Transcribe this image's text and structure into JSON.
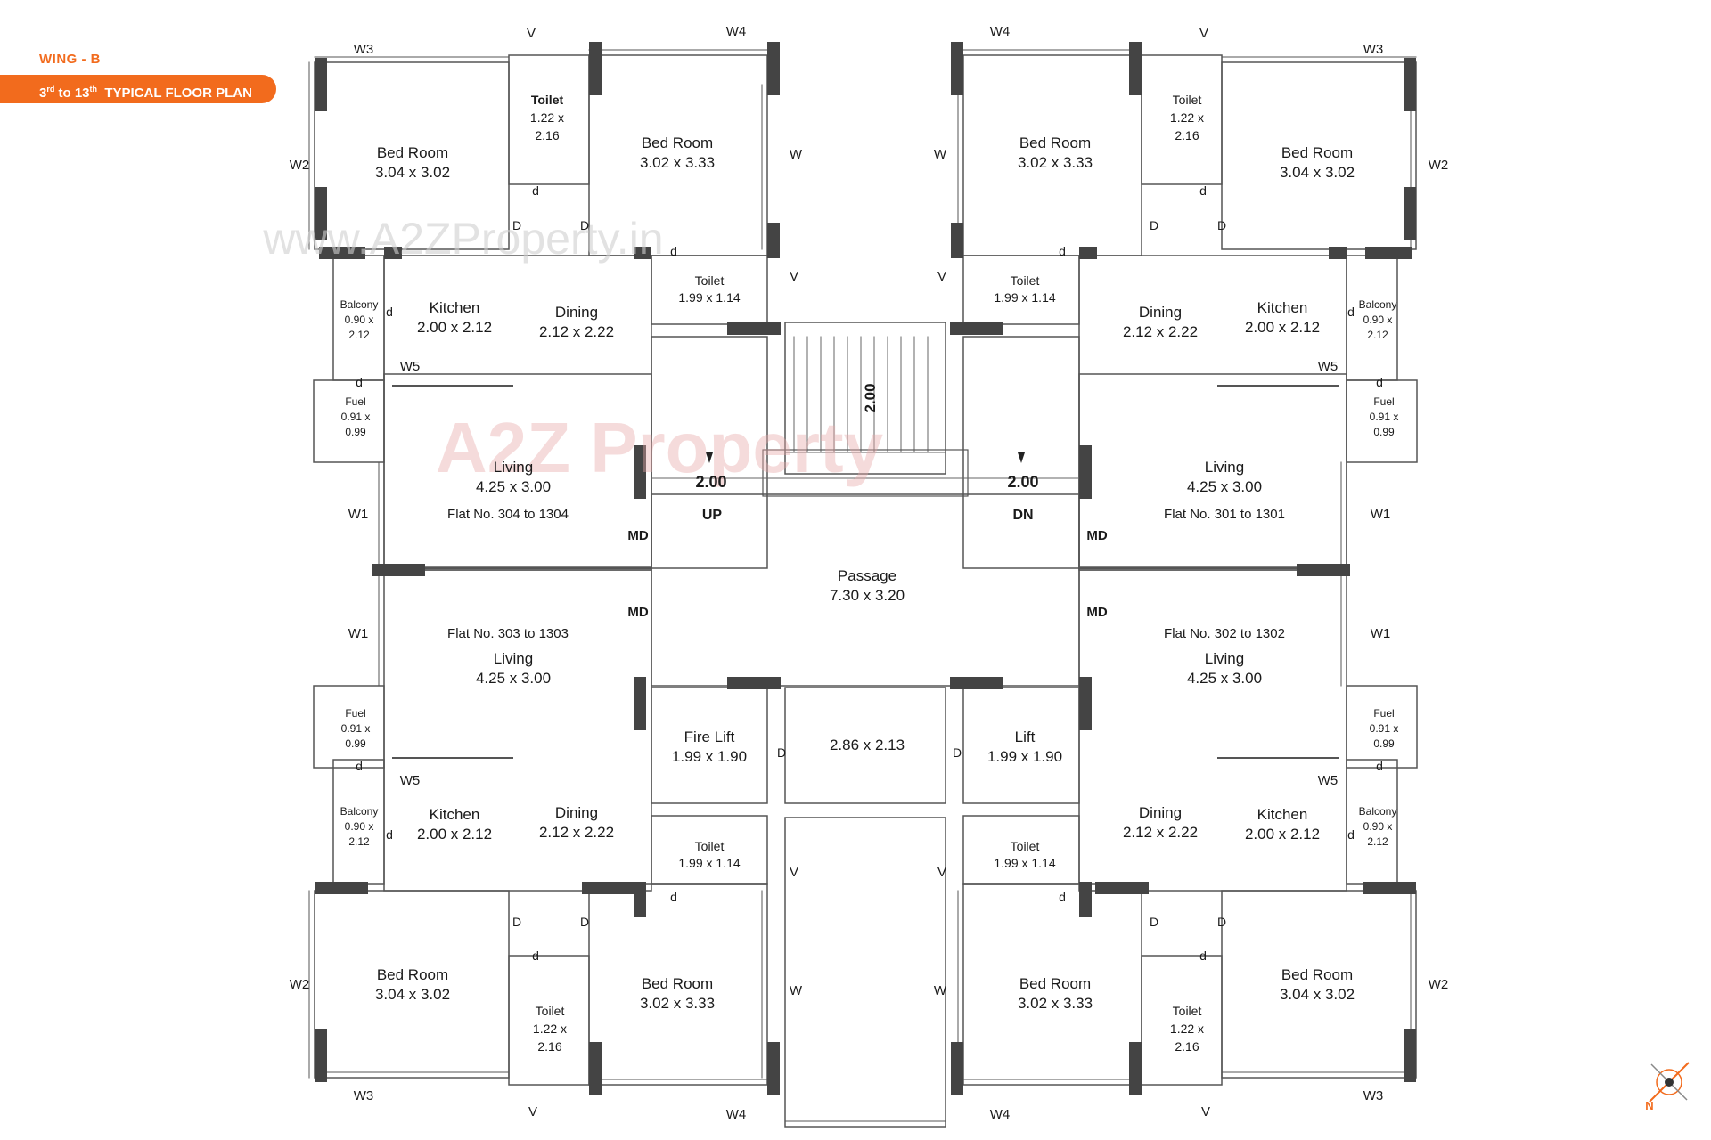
{
  "header": {
    "wing": "WING - B",
    "floors_from": "3",
    "floors_from_suffix": "rd",
    "floors_to": "13",
    "floors_to_suffix": "th",
    "plan_title": "TYPICAL FLOOR PLAN"
  },
  "watermark": {
    "url": "www.A2ZProperty.in",
    "logo_text": "A2Z Property"
  },
  "core": {
    "passage": {
      "name": "Passage",
      "dim": "7.30 x 3.20"
    },
    "lobby": {
      "dim": "2.86 x 2.13"
    },
    "fire_lift": {
      "name": "Fire Lift",
      "dim": "1.99 x 1.90"
    },
    "lift": {
      "name": "Lift",
      "dim": "1.99 x 1.90"
    },
    "stair_width": "2.00",
    "landing_left": "2.00",
    "landing_right": "2.00",
    "up": "UP",
    "dn": "DN"
  },
  "labels": {
    "main_door": "MD",
    "door": "D",
    "d": "d",
    "w": "W",
    "v": "V",
    "w1": "W1",
    "w2": "W2",
    "w3": "W3",
    "w4": "W4",
    "w5": "W5"
  },
  "rooms": {
    "bedroom_a": {
      "name": "Bed Room",
      "dim": "3.04 x 3.02"
    },
    "bedroom_b": {
      "name": "Bed Room",
      "dim": "3.02 x 3.33"
    },
    "toilet_a": {
      "name": "Toilet",
      "dim1": "1.22 x",
      "dim2": "2.16"
    },
    "toilet_b": {
      "name": "Toilet",
      "dim": "1.99 x 1.14"
    },
    "kitchen": {
      "name": "Kitchen",
      "dim": "2.00 x 2.12"
    },
    "dining": {
      "name": "Dining",
      "dim": "2.12 x 2.22"
    },
    "living": {
      "name": "Living",
      "dim": "4.25 x 3.00"
    },
    "balcony": {
      "name": "Balcony",
      "dim1": "0.90 x",
      "dim2": "2.12"
    },
    "fuel": {
      "name": "Fuel",
      "dim1": "0.91 x",
      "dim2": "0.99"
    }
  },
  "flats": {
    "tl": "Flat No. 304 to 1304",
    "tr": "Flat No. 301 to 1301",
    "bl": "Flat No. 303 to 1303",
    "br": "Flat No. 302 to 1302"
  },
  "compass": {
    "north": "N"
  },
  "colors": {
    "accent": "#f26b1d",
    "wall": "#555555",
    "column": "#444444",
    "text": "#1a1a1a"
  }
}
